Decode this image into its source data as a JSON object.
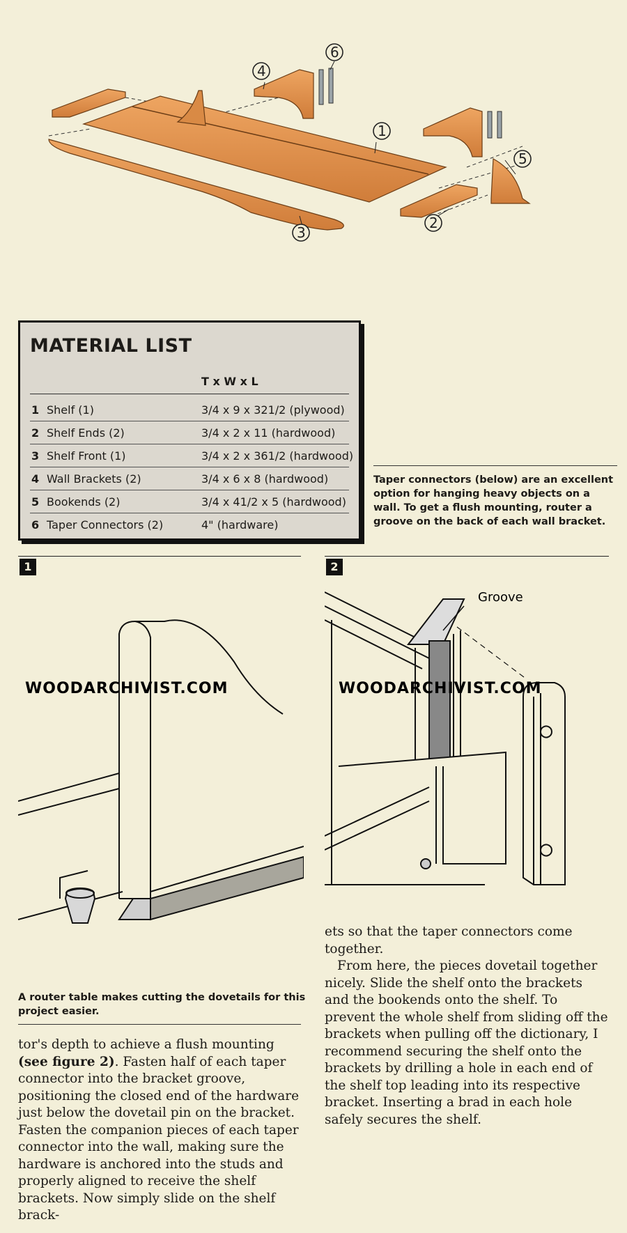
{
  "diagram": {
    "callouts": [
      "1",
      "2",
      "3",
      "4",
      "5",
      "6"
    ]
  },
  "material_list": {
    "title": "MATERIAL LIST",
    "column_header": "T x W x L",
    "rows": [
      {
        "num": "1",
        "name": "Shelf (1)",
        "dims": "3/4 x 9 x 321/2 (plywood)"
      },
      {
        "num": "2",
        "name": "Shelf Ends (2)",
        "dims": "3/4 x 2 x 11  (hardwood)"
      },
      {
        "num": "3",
        "name": "Shelf Front (1)",
        "dims": "3/4 x 2 x 361/2 (hardwood)"
      },
      {
        "num": "4",
        "name": "Wall Brackets (2)",
        "dims": "3/4 x 6 x 8  (hardwood)"
      },
      {
        "num": "5",
        "name": "Bookends (2)",
        "dims": "3/4 x 41/2 x 5 (hardwood)"
      },
      {
        "num": "6",
        "name": "Taper Connectors (2)",
        "dims": "4\" (hardware)"
      }
    ]
  },
  "taper_caption": "Taper connectors (below) are an excellent option for hanging heavy objects on a wall. To get a flush mounting, router a groove on the back of each wall bracket.",
  "figure1": {
    "badge": "1",
    "watermark": "WOODARCHIVIST.COM",
    "caption": "A router table makes cutting the dovetails for this project easier."
  },
  "figure2": {
    "badge": "2",
    "watermark": "WOODARCHIVIST.COM",
    "groove_label": "Groove"
  },
  "left_column": {
    "part1": "tor's depth to achieve a flush mounting ",
    "bold_ref": "(see figure 2)",
    "part2": ". Fasten half of each taper connector into the bracket groove, positioning the closed end of the hardware just below the dovetail pin on the bracket. Fasten the companion pieces of each taper connector into the wall, making sure the hardware is anchored into the studs and properly aligned to receive the shelf brackets. Now simply slide on  the shelf brack-"
  },
  "right_column": {
    "para1": "ets so that the taper connectors come together.",
    "para2": "From here, the pieces dovetail together nicely. Slide the shelf onto the brackets and the bookends onto the shelf. To prevent the whole shelf from sliding off the brackets when pulling off the dictionary, I recommend securing the shelf onto the brackets by drilling a hole in each end of the shelf top leading into its respective bracket. Inserting a brad in each hole safely secures the shelf."
  }
}
